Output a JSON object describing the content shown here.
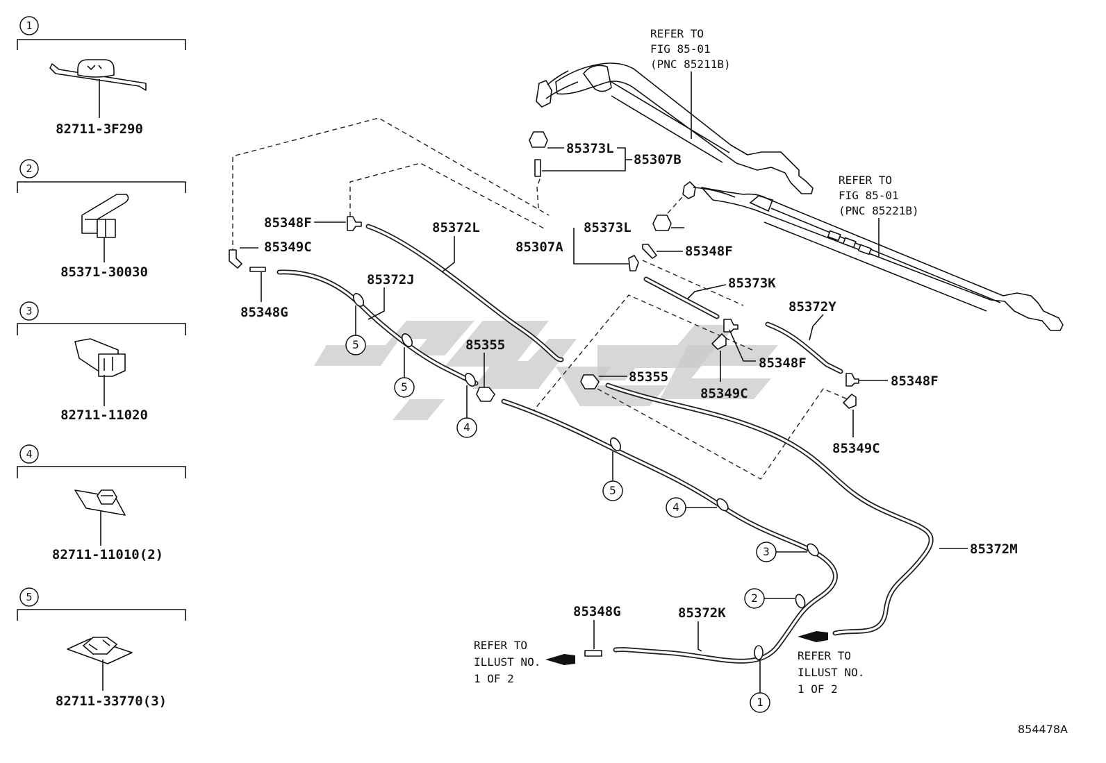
{
  "legend": [
    {
      "no": "1",
      "part": "82711-3F290"
    },
    {
      "no": "2",
      "part": "85371-30030"
    },
    {
      "no": "3",
      "part": "82711-11020"
    },
    {
      "no": "4",
      "part": "82711-11010(2)"
    },
    {
      "no": "5",
      "part": "82711-33770(3)"
    }
  ],
  "refs": {
    "arm_left": [
      "REFER TO",
      "FIG 85-01",
      "(PNC 85211B)"
    ],
    "arm_right": [
      "REFER TO",
      "FIG 85-01",
      "(PNC 85221B)"
    ],
    "illust_left": [
      "REFER TO",
      "ILLUST NO.",
      "1 OF 2"
    ],
    "illust_right": [
      "REFER TO",
      "ILLUST NO.",
      "1 OF 2"
    ]
  },
  "labels": {
    "p85373L_top": "85373L",
    "p85307B": "85307B",
    "p85348F_a": "85348F",
    "p85372L": "85372L",
    "p85373L_mid": "85373L",
    "p85307A": "85307A",
    "p85348F_b": "85348F",
    "p85349C_a": "85349C",
    "p85348G_a": "85348G",
    "p85372J": "85372J",
    "p85373K": "85373K",
    "p85372Y": "85372Y",
    "p85355_a": "85355",
    "p85355_b": "85355",
    "p85348F_c": "85348F",
    "p85349C_b": "85349C",
    "p85348F_d": "85348F",
    "p85349C_c": "85349C",
    "p85372M": "85372M",
    "p85348G_b": "85348G",
    "p85372K": "85372K"
  },
  "clip_bubbles": {
    "b5a": "5",
    "b5b": "5",
    "b4a": "4",
    "b5c": "5",
    "b4b": "4",
    "b3": "3",
    "b2": "2",
    "b1": "1"
  },
  "figure_id": "854478A"
}
